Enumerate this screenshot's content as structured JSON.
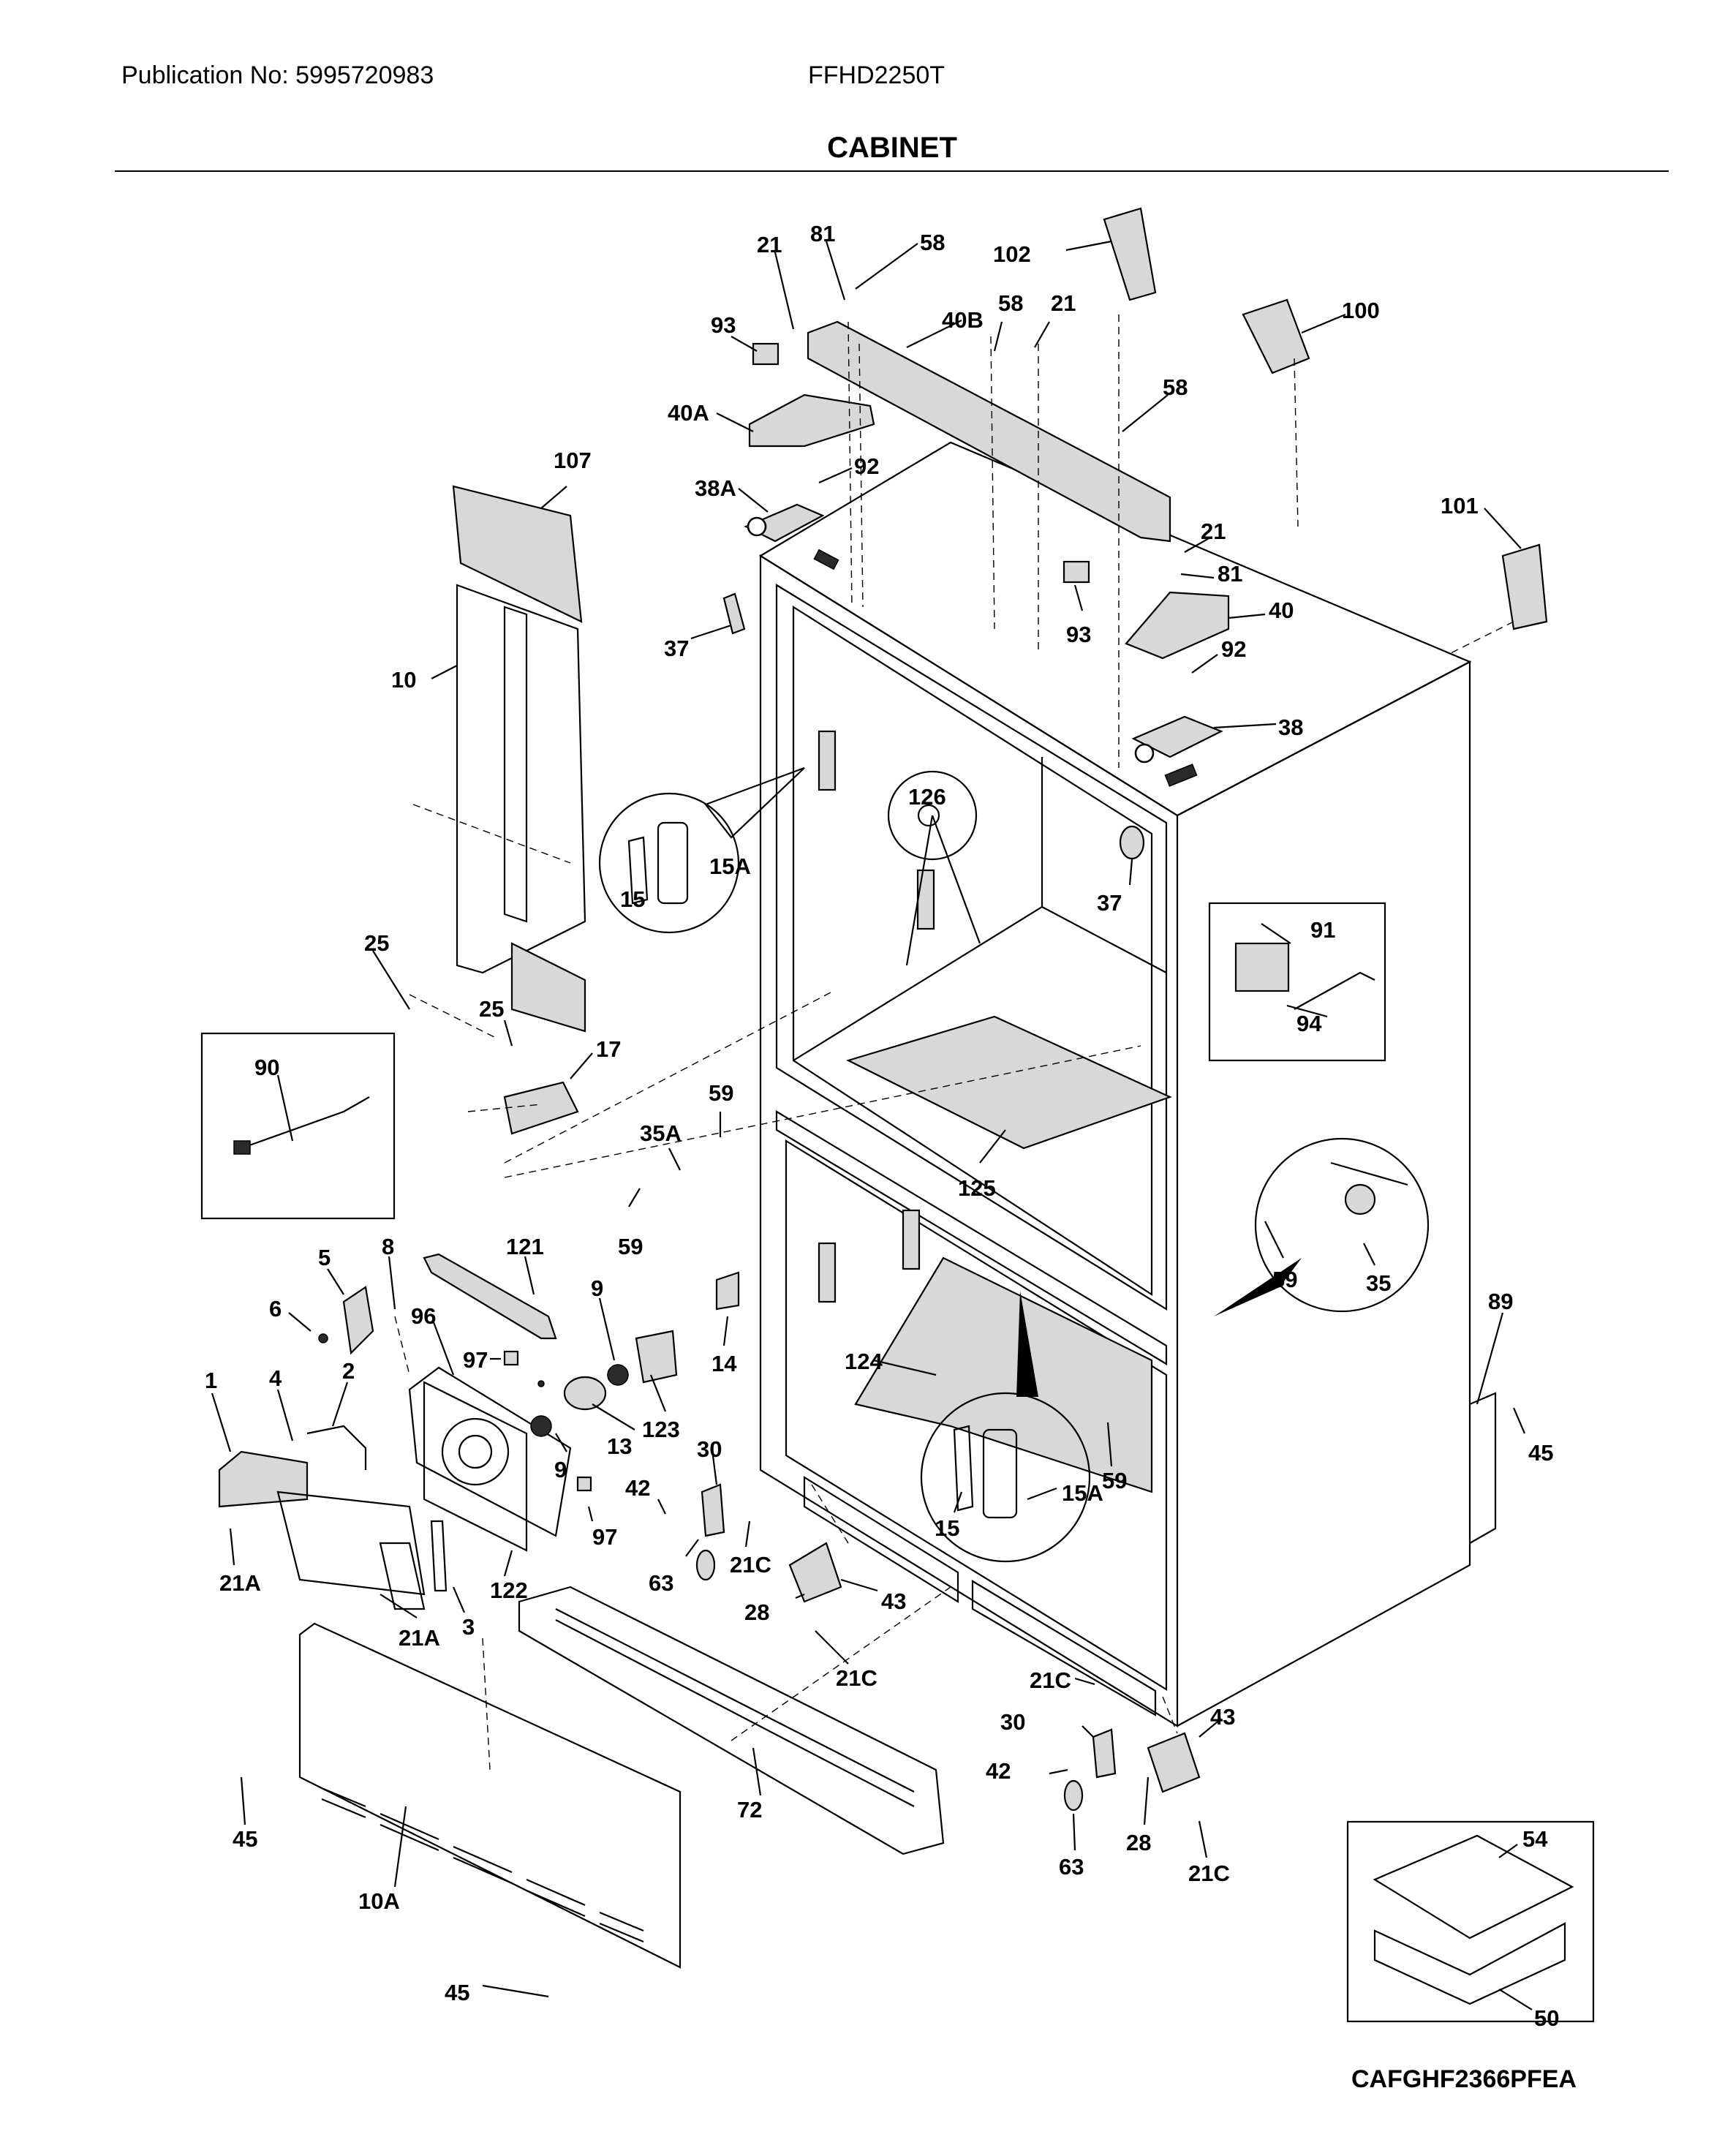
{
  "header": {
    "publication": "Publication No: 5995720983",
    "model": "FFHD2250T",
    "title": "CABINET"
  },
  "footer": {
    "figure_code": "CAFGHF2366PFEA"
  },
  "callouts": [
    "21",
    "81",
    "58",
    "102",
    "93",
    "40B",
    "58",
    "21",
    "100",
    "58",
    "40A",
    "92",
    "38A",
    "107",
    "101",
    "21",
    "81",
    "93",
    "40",
    "37",
    "92",
    "10",
    "38",
    "126",
    "15A",
    "15",
    "25",
    "37",
    "91",
    "94",
    "25",
    "17",
    "90",
    "59",
    "35A",
    "125",
    "59",
    "59",
    "35",
    "5",
    "8",
    "121",
    "89",
    "6",
    "96",
    "9",
    "14",
    "97",
    "124",
    "123",
    "45",
    "13",
    "1",
    "4",
    "2",
    "9",
    "30",
    "59",
    "15A",
    "15",
    "42",
    "97",
    "21A",
    "63",
    "21C",
    "43",
    "28",
    "122",
    "21A",
    "3",
    "21C",
    "21C",
    "43",
    "30",
    "42",
    "45",
    "72",
    "28",
    "63",
    "21C",
    "54",
    "10A",
    "50",
    "45"
  ]
}
